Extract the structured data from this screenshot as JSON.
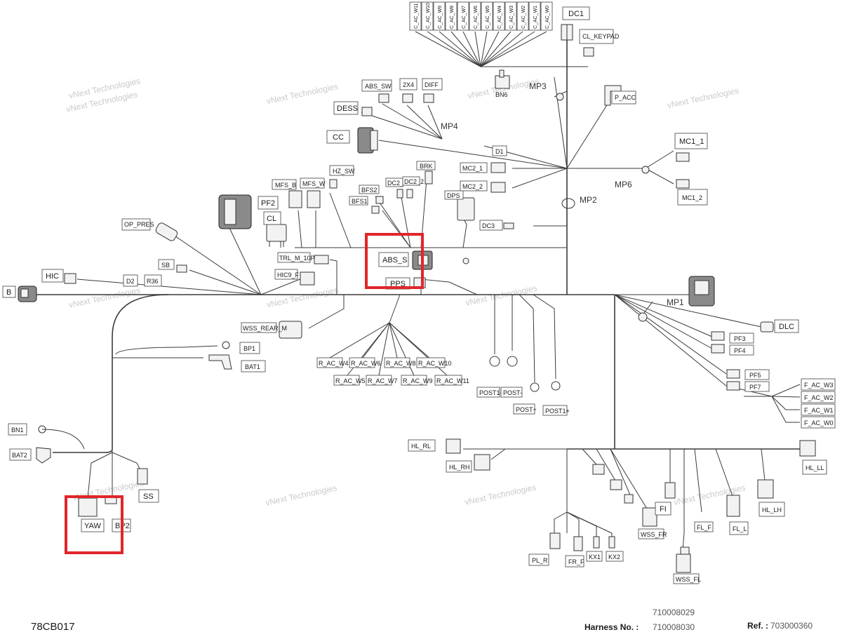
{
  "highlight_color": "#e0262b",
  "top_labels": [
    "C_AC_W11",
    "C_AC_W10",
    "C_AC_W9",
    "C_AC_W8",
    "C_AC_W7",
    "C_AC_W6",
    "C_AC_W5",
    "C_AC_W4",
    "C_AC_W3",
    "C_AC_W2",
    "C_AC_W1",
    "C_AC_W0"
  ],
  "rear_labels": [
    "R_AC_W4",
    "R_AC_W6",
    "R_AC_W8",
    "R_AC_W10",
    "R_AC_W5",
    "R_AC_W7",
    "R_AC_W9",
    "R_AC_W11"
  ],
  "front_labels": [
    "F_AC_W3",
    "F_AC_W2",
    "F_AC_W1",
    "F_AC_W0"
  ],
  "labels": {
    "dc1": "DC1",
    "cl_keypad": "CL_KEYPAD",
    "mp3": "MP3",
    "bn6": "BN6",
    "p_acc": "P_ACC",
    "abs_sw": "ABS_SW",
    "x2x4": "2X4",
    "diff": "DIFF",
    "dess": "DESS",
    "mp4": "MP4",
    "cc": "CC",
    "d1": "D1",
    "mc1_1": "MC1_1",
    "mc1_2": "MC1_2",
    "mp6": "MP6",
    "mc2_1": "MC2_1",
    "mc2_2": "MC2_2",
    "mp2": "MP2",
    "brk": "BRK",
    "dps": "DPS",
    "hz_sw": "HZ_SW",
    "mfs_b": "MFS_B",
    "mfs_w": "MFS_W",
    "pf2": "PF2",
    "cl": "CL",
    "bfs2": "BFS2",
    "bfs1": "BFS1",
    "dc2_1": "DC2_1",
    "dc2_2": "DC2_2",
    "dc3": "DC3",
    "op_pres": "OP_PRES",
    "abs_s": "ABS_S",
    "pps": "PPS",
    "trl_m_10p": "TRL_M_10P",
    "hic9_f": "HIC9_F",
    "hic": "HIC",
    "sb": "SB",
    "b": "B",
    "d2": "D2",
    "r36": "R36",
    "mp1": "MP1",
    "dlc": "DLC",
    "pf3": "PF3",
    "pf4": "PF4",
    "pf5": "PF5",
    "pf7": "PF7",
    "wss_rear_m": "WSS_REAR_M",
    "bp1": "BP1",
    "bat1": "BAT1",
    "post1_minus": "POST1-",
    "post_minus": "POST-",
    "post_plus": "POST+",
    "post1_plus": "POST1+",
    "bn1": "BN1",
    "bat2": "BAT2",
    "ss": "SS",
    "yaw": "YAW",
    "bp2": "BP2",
    "hl_rl": "HL_RL",
    "hl_rh": "HL_RH",
    "hl_ll": "HL_LL",
    "hl_lh": "HL_LH",
    "fi": "FI",
    "fl_f": "FL_F",
    "fl_l": "FL_L",
    "wss_fr": "WSS_FR",
    "wss_fl": "WSS_FL",
    "pl_r": "PL_R",
    "fr_f": "FR_F",
    "kx1": "KX1",
    "kx2": "KX2"
  },
  "watermark": "vNext Technologies",
  "footer": {
    "drawing_code": "78CB017",
    "harness_label": "Harness No. :",
    "harness_numbers": [
      "710008029",
      "710008030"
    ],
    "ref_label": "Ref. :",
    "ref_value": "703000360"
  }
}
